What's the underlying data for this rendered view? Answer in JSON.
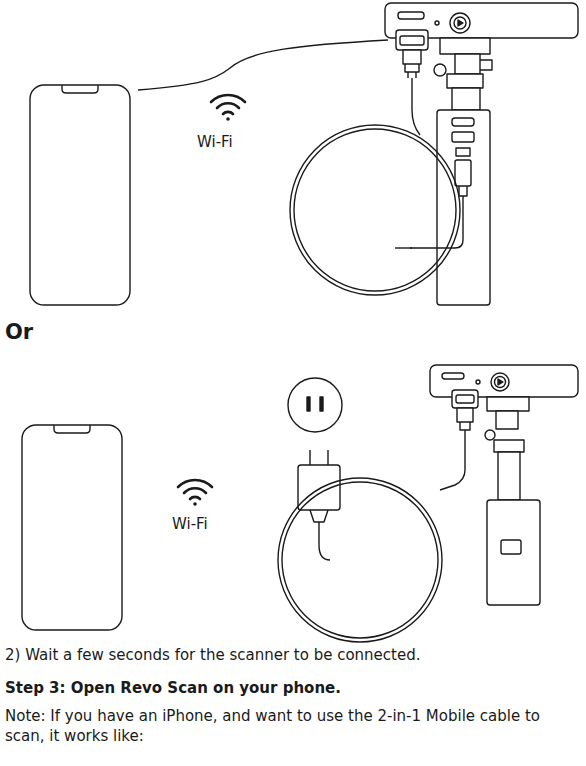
{
  "diagram": {
    "labels": [
      "Wi-Fi",
      "Or",
      "Wi-Fi",
      "2) Wait a few seconds for the scanner to be connected.",
      "Step 3: Open Revo Scan on your phone.",
      "Note: If you have an iPhone, and want to use the 2-in-1 Mobile cable to scan, it works like:"
    ]
  }
}
